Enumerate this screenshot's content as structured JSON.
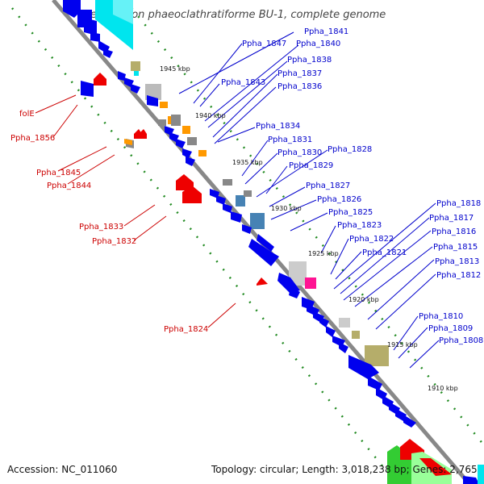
{
  "title": "Pelodictyon phaeoclathratiforme BU-1, complete genome",
  "accession": "Accession: NC_011060",
  "topology": "Topology: circular; Length: 3,018,238 bp; Genes: 2,765",
  "ticks": [
    "1945 kbp",
    "1940 kbp",
    "1935 kbp",
    "1930 kbp",
    "1925 kbp",
    "1920 kbp",
    "1915 kbp",
    "1910 kbp"
  ],
  "labels_forward": [
    "Ppha_1841",
    "Ppha_1847",
    "Ppha_1840",
    "Ppha_1838",
    "Ppha_1843",
    "Ppha_1837",
    "Ppha_1836",
    "Ppha_1834",
    "Ppha_1831",
    "Ppha_1830",
    "Ppha_1828",
    "Ppha_1829",
    "Ppha_1827",
    "Ppha_1826",
    "Ppha_1825",
    "Ppha_1823",
    "Ppha_1818",
    "Ppha_1817",
    "Ppha_1822",
    "Ppha_1816",
    "Ppha_1821",
    "Ppha_1815",
    "Ppha_1813",
    "Ppha_1812",
    "Ppha_1810",
    "Ppha_1809",
    "Ppha_1808"
  ],
  "labels_reverse": [
    "folE",
    "Ppha_1856",
    "Ppha_1845",
    "Ppha_1844",
    "Ppha_1833",
    "Ppha_1832",
    "Ppha_1824"
  ],
  "colors": {
    "forward_gene": "#0000ee",
    "reverse_gene": "#ee0000",
    "backbone": "#888888",
    "tick_dots": "#228b22",
    "label_forward": "#0000cc",
    "label_reverse": "#cc0000"
  }
}
